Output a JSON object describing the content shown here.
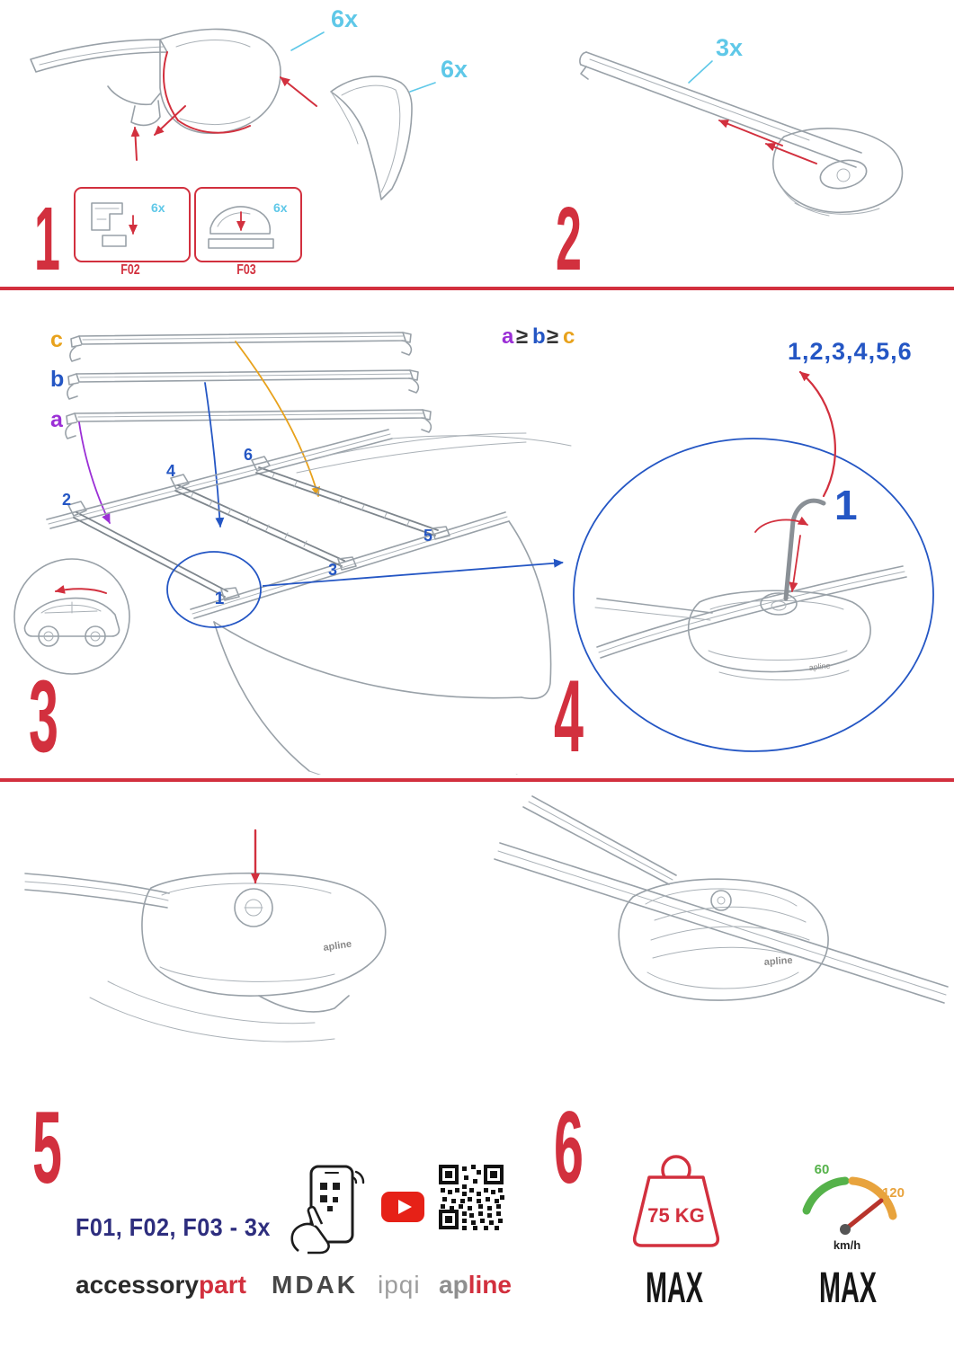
{
  "colors": {
    "red": "#d2303e",
    "cyan": "#5fc8e8",
    "blue": "#2456c4",
    "purple": "#9b2fd6",
    "orange": "#e8a21c",
    "navy": "#2e2e7e"
  },
  "steps": {
    "n1": "1",
    "n2": "2",
    "n3": "3",
    "n4": "4",
    "n5": "5",
    "n6": "6"
  },
  "step1": {
    "qty_foot": "6x",
    "qty_cover": "6x",
    "box1_label": "F02",
    "box1_qty": "6x",
    "box2_label": "F03",
    "box2_qty": "6x"
  },
  "step2": {
    "qty": "3x"
  },
  "step3": {
    "bar_a": "a",
    "bar_b": "b",
    "bar_c": "c",
    "formula_a": "a",
    "formula_gte1": "≥",
    "formula_b": "b",
    "formula_gte2": "≥",
    "formula_c": "c",
    "pos1": "1",
    "pos2": "2",
    "pos3": "3",
    "pos4": "4",
    "pos5": "5",
    "pos6": "6"
  },
  "step4": {
    "sequence": "1,2,3,4,5,6",
    "first": "1",
    "logo": "apline"
  },
  "step5": {
    "logo": "apline"
  },
  "step6": {
    "logo": "apline"
  },
  "footer": {
    "kit": "F01, F02, F03 - 3x",
    "brand1_a": "accessory",
    "brand1_b": "part",
    "brand2": "MDAK",
    "brand3": "ipqi",
    "brand4_a": "ap",
    "brand4_b": "line"
  },
  "limits": {
    "weight": "75 KG",
    "weight_max": "MAX",
    "speed_low": "60",
    "speed_high": "120",
    "speed_unit": "km/h",
    "speed_max": "MAX"
  }
}
